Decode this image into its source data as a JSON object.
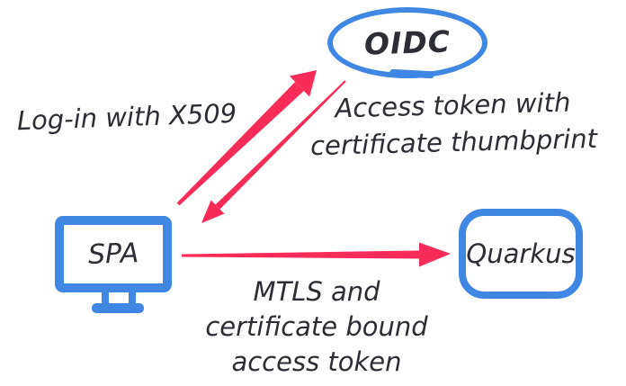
{
  "colors": {
    "blue": "#3f87e3",
    "pink": "#f92b58",
    "ink": "#2d2d35",
    "paper": "#ffffff"
  },
  "nodes": {
    "oidc": {
      "label": "OIDC"
    },
    "spa": {
      "label": "SPA"
    },
    "quarkus": {
      "label": "Quarkus"
    }
  },
  "edges": {
    "login": {
      "from": "spa",
      "to": "oidc",
      "label": "Log-in with X509"
    },
    "token": {
      "from": "oidc",
      "to": "spa",
      "lines": [
        "Access token with",
        "certificate thumbprint"
      ]
    },
    "mtls": {
      "from": "spa",
      "to": "quarkus",
      "lines": [
        "MTLS and",
        "certificate bound",
        "access token"
      ]
    }
  }
}
